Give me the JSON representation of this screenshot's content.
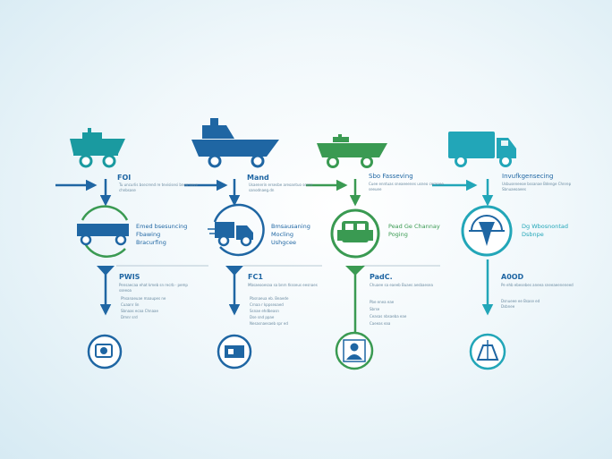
{
  "colors": {
    "c1": "#1a8fa0",
    "c2": "#1f66a3",
    "c3": "#3a9a52",
    "c4": "#22a6b8"
  },
  "columns": [
    {
      "vehicle_icon": "boat-truck-icon",
      "top_heading": "FOI",
      "top_desc": "Tu uncurlis bsecrend re tevisisesi bneo seve chnbsase",
      "mid_icon": "container-trailer-icon",
      "mid_text": [
        "Emed bsesuncing",
        "Fbawing",
        "Bracurfing"
      ],
      "bottom_heading": "PWIS",
      "bottom_desc": "Pensaecaa ehat kmeb sn recrb · pemp sseeoa",
      "bottom_list": [
        "Phsanaeuae maaupes ne",
        "Cuaanr lin",
        "Sbnaas ecaa Chnaae",
        "Dmnr srd"
      ],
      "bottom_icon": "cargo-camera-icon"
    },
    {
      "vehicle_icon": "ship-truck-icon",
      "top_heading": "Mand",
      "top_desc": "Usaenerin ersesbe areoantuo sesce sanodnaeg.dn",
      "mid_icon": "delivery-truck-icon",
      "mid_text": [
        "Bmsausaning",
        "Mocling",
        "Ushgcee"
      ],
      "bottom_heading": "FC1",
      "bottom_desc": "Mbsaeooesaa sa bnrn tksseus eesnaes",
      "bottom_list": [
        "Pbsnaeua eb. Beaede",
        "Crnaa r kppseoaed",
        "Ssnae ehdbeasn",
        "Dse snd ppae",
        "Nesasnaesaeb spr ed"
      ],
      "bottom_icon": "card-icon"
    },
    {
      "vehicle_icon": "boat-truck-icon",
      "top_heading": "Sbo Fasseving",
      "top_desc": "Cuee enntuas sneaeeenes usneo ceranee seeuee",
      "mid_icon": "van-front-icon",
      "mid_text": [
        "Pead Ge Channay",
        "Poging"
      ],
      "bottom_heading": "PadC.",
      "bottom_desc": "Chuaee sa eaeeb Buaes aesbaesea",
      "bottom_list": [
        "Pbe enea eae",
        "Sbrse",
        "Ceasas nbsaeba eae",
        "Caeeas eaa"
      ],
      "bottom_icon": "person-icon"
    },
    {
      "vehicle_icon": "box-truck-icon",
      "top_heading": "Invufkgensecing",
      "top_desc": "Usbuseneeoe bssanae Bdenge Chnrep Sbnuaeoaees",
      "mid_icon": "hook-load-icon",
      "mid_text": [
        "Dg Wbosnontad",
        "Dsbnpe"
      ],
      "bottom_heading": "A0OD",
      "bottom_desc": "Pe ehb ebesebes aneea sneeaeeneneed",
      "bottom_list": [
        "Dsnueee ee Bsase ed",
        "Dsbnee"
      ],
      "bottom_icon": "scale-icon"
    }
  ]
}
